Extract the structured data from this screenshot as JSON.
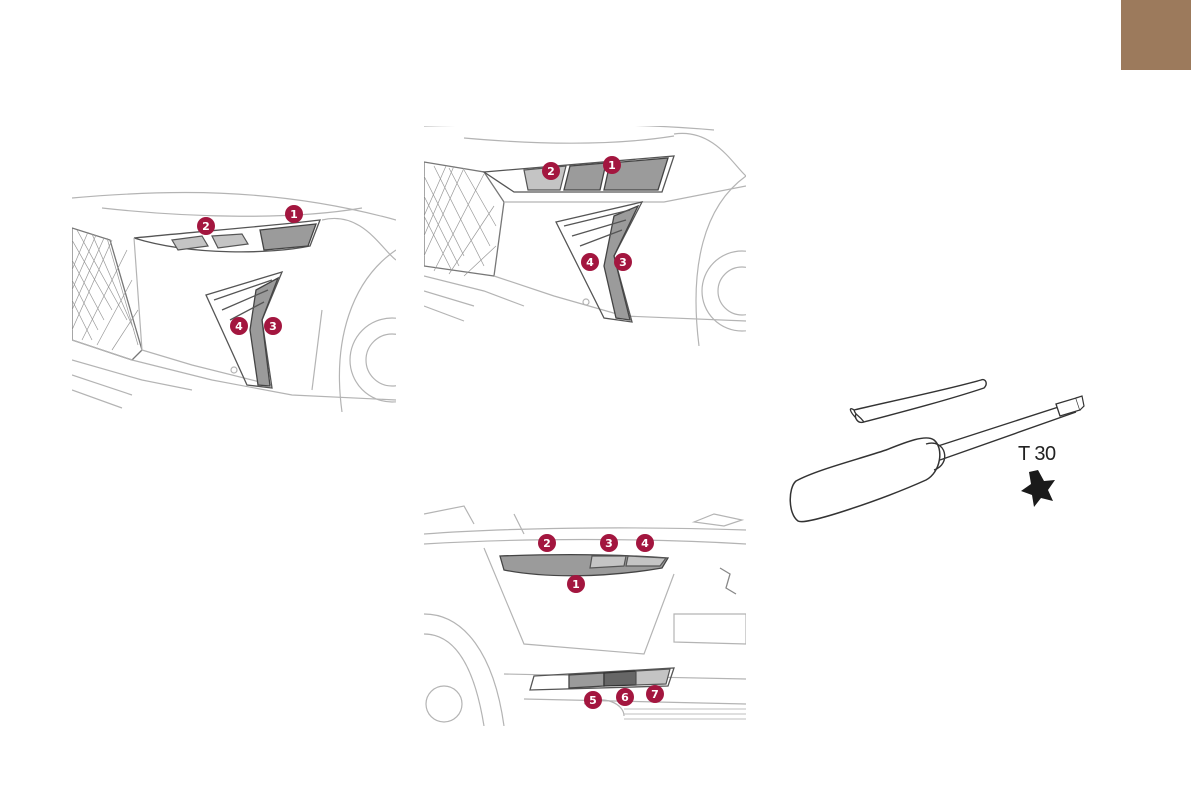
{
  "figures": {
    "front_a": {
      "labels": [
        "1",
        "2",
        "3",
        "4"
      ]
    },
    "front_b": {
      "labels": [
        "1",
        "2",
        "3",
        "4"
      ]
    },
    "rear": {
      "labels": [
        "1",
        "2",
        "3",
        "4",
        "5",
        "6",
        "7"
      ]
    }
  },
  "tools": {
    "bit_label": "T 30",
    "icons": [
      "screwdriver-icon",
      "lever-tool-icon",
      "torx-star-icon"
    ]
  },
  "colors": {
    "accent_tab": "#9c7a5c",
    "badge": "#a3163f"
  }
}
